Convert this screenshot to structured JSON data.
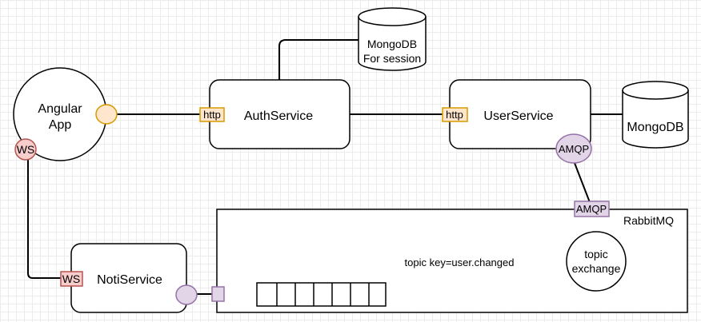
{
  "nodes": {
    "angular_app": {
      "line1": "Angular",
      "line2": "App"
    },
    "auth_service": {
      "label": "AuthService"
    },
    "user_service": {
      "label": "UserService"
    },
    "noti_service": {
      "label": "NotiService"
    },
    "mongodb_session": {
      "line1": "MongoDB",
      "line2": "For session"
    },
    "mongodb": {
      "label": "MongoDB"
    },
    "rabbitmq": {
      "label": "RabbitMQ"
    },
    "topic_exchange": {
      "line1": "topic",
      "line2": "exchange"
    }
  },
  "ports": {
    "angular_ws": "WS",
    "auth_http": "http",
    "user_http": "http",
    "user_amqp": "AMQP",
    "rabbit_amqp": "AMQP",
    "noti_ws": "WS"
  },
  "edges": {
    "routing_key": "topic key=user.changed"
  },
  "colors": {
    "orange_fill": "#ffe6cc",
    "orange_stroke": "#d79b00",
    "red_fill": "#f8cecc",
    "red_stroke": "#b85450",
    "purple_fill": "#e1d5e7",
    "purple_stroke": "#9673a6"
  }
}
